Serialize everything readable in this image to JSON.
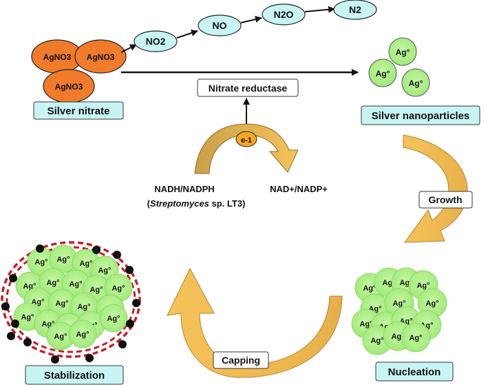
{
  "colors": {
    "silver_nitrate_fill": "#f07b2a",
    "nitrogen_oxide_fill": "#c8f4f4",
    "nanoparticle_fill": "#a6ee7c",
    "label_box_fill": "#c8f4f4",
    "curved_arrow_fill": "#f6c35a",
    "curved_arrow_dark": "#c79a3a",
    "capping_ring": "#c0202a",
    "capping_agent": "#111111"
  },
  "silver_nitrate": {
    "molecule": "AgNO3",
    "label": "Silver nitrate"
  },
  "nitrogen_pathway": {
    "no2": "NO2",
    "no": "NO",
    "n2o": "N2O",
    "n2": "N2"
  },
  "enzyme": {
    "label": "Nitrate reductase",
    "electron": "e-1"
  },
  "cofactors": {
    "reduced": "NADH/NADPH",
    "organism_italic": "Streptomyces",
    "organism_rest": " sp. LT3",
    "oxidized": "NAD+/NADP+"
  },
  "silver_nanoparticles": {
    "particle": "Ag°",
    "label": "Silver nanoparticles"
  },
  "steps": {
    "growth": "Growth",
    "nucleation": "Nucleation",
    "capping": "Capping",
    "stabilization": "Stabilization"
  }
}
